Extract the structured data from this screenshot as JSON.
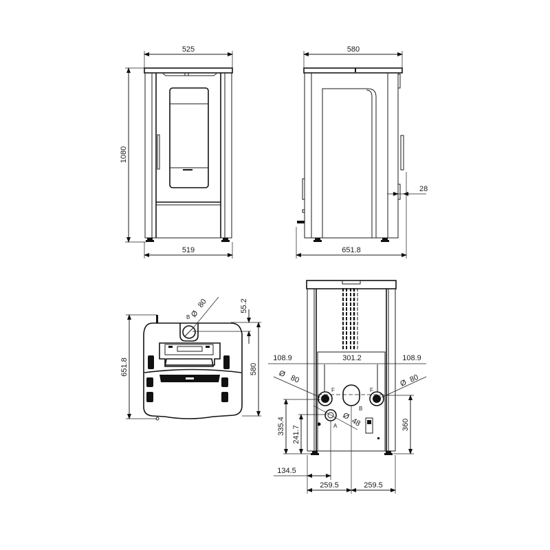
{
  "drawing": {
    "subject": "Pellet stove dimensional drawing",
    "units": "mm",
    "front_view": {
      "top_width": "525",
      "height": "1080",
      "base_width": "519"
    },
    "side_view": {
      "top_depth": "580",
      "total_depth": "651.8",
      "handle_offset": "28"
    },
    "top_view": {
      "outlet_label": "B",
      "outlet_diameter_symbol": "Ø",
      "outlet_diameter": "80",
      "outlet_offset": "55.2",
      "depth_total": "651.8",
      "depth_body": "580"
    },
    "rear_view": {
      "left_margin": "108.9",
      "center_width": "301.2",
      "right_margin": "108.9",
      "left_duct_diameter_symbol": "Ø",
      "left_duct_diameter": "80",
      "right_duct_diameter_symbol": "Ø",
      "right_duct_diameter": "80",
      "left_duct_label": "F",
      "right_duct_label": "F",
      "center_outlet_label": "B",
      "air_inlet_label": "A",
      "air_inlet_diameter_symbol": "Ø",
      "air_inlet_diameter": "48",
      "inlet_height_outer": "335.4",
      "inlet_height_inner": "241.7",
      "duct_height_right": "360",
      "inlet_side_offset": "134.5",
      "half_width_left": "259.5",
      "half_width_right": "259.5"
    }
  }
}
